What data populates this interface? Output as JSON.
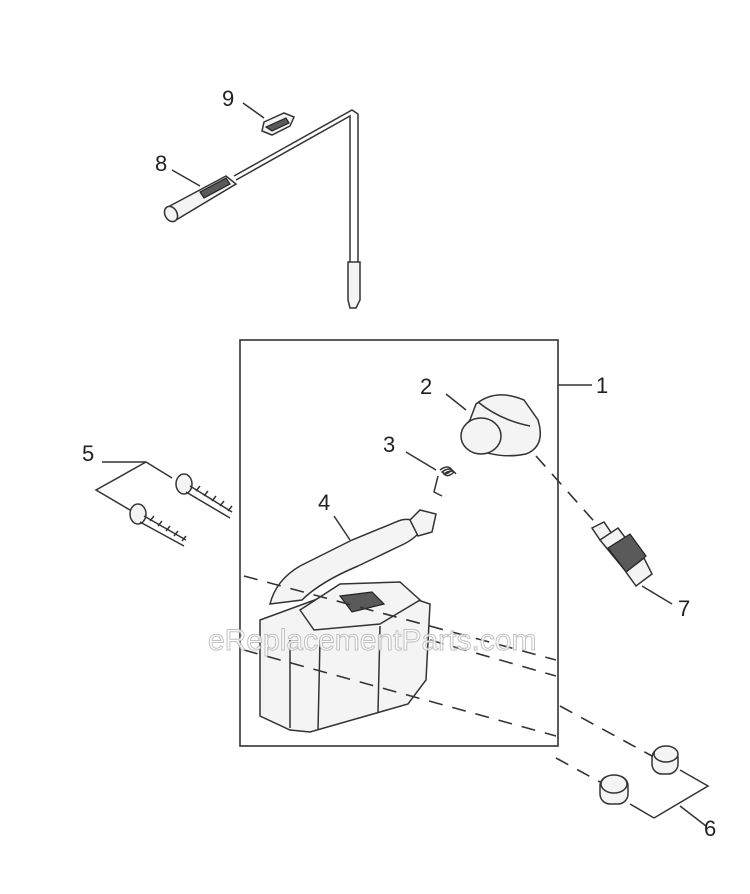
{
  "callouts": {
    "c1": "1",
    "c2": "2",
    "c3": "3",
    "c4": "4",
    "c5": "5",
    "c6": "6",
    "c7": "7",
    "c8": "8",
    "c9": "9"
  },
  "watermark": "eReplacementParts.com"
}
